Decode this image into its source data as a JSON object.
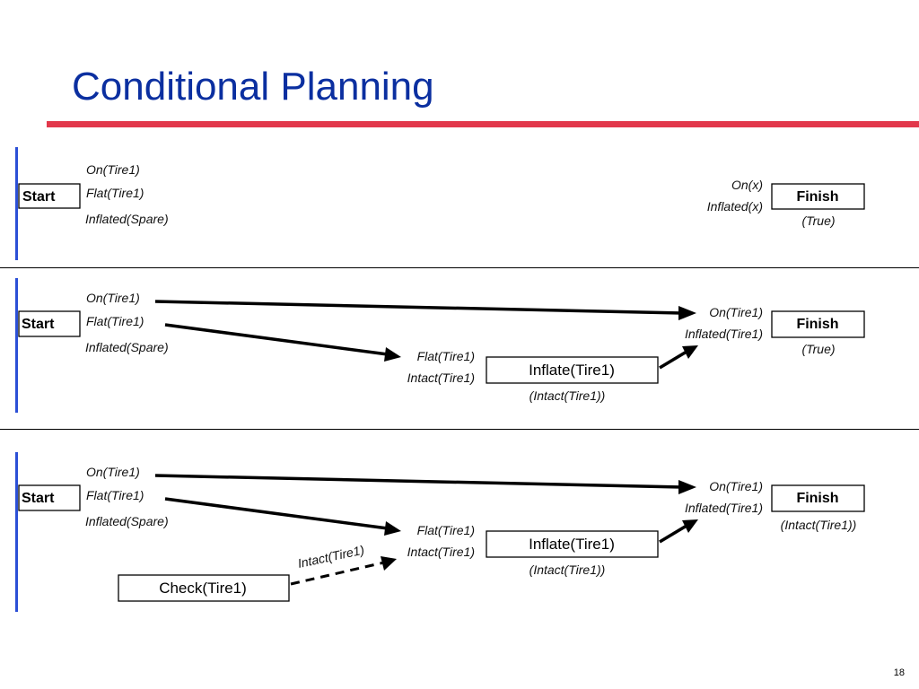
{
  "title": "Conditional Planning",
  "page_number": "18",
  "panel1": {
    "start": "Start",
    "start_effects": [
      "On(Tire1)",
      "Flat(Tire1)",
      "Inflated(Spare)"
    ],
    "finish": "Finish",
    "finish_preconds": [
      "On(x)",
      "Inflated(x)"
    ],
    "finish_condition": "(True)"
  },
  "panel2": {
    "start": "Start",
    "start_effects": [
      "On(Tire1)",
      "Flat(Tire1)",
      "Inflated(Spare)"
    ],
    "inflate_preconds": [
      "Flat(Tire1)",
      "Intact(Tire1)"
    ],
    "inflate": "Inflate(Tire1)",
    "inflate_condition": "(Intact(Tire1))",
    "finish_preconds": [
      "On(Tire1)",
      "Inflated(Tire1)"
    ],
    "finish": "Finish",
    "finish_condition": "(True)"
  },
  "panel3": {
    "start": "Start",
    "start_effects": [
      "On(Tire1)",
      "Flat(Tire1)",
      "Inflated(Spare)"
    ],
    "inflate_preconds": [
      "Flat(Tire1)",
      "Intact(Tire1)"
    ],
    "inflate": "Inflate(Tire1)",
    "inflate_condition": "(Intact(Tire1))",
    "finish_preconds": [
      "On(Tire1)",
      "Inflated(Tire1)"
    ],
    "finish": "Finish",
    "finish_condition": "(Intact(Tire1))",
    "check": "Check(Tire1)",
    "check_effect": "Intact(Tire1)"
  }
}
